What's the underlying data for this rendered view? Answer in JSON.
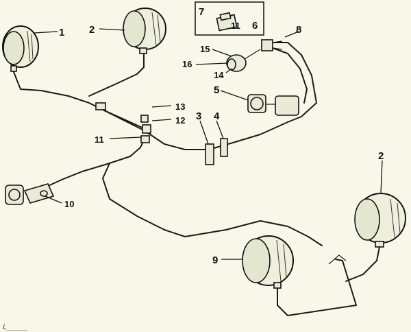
{
  "callouts": {
    "c1": "1",
    "c2_top": "2",
    "c2_right": "2",
    "c3": "3",
    "c4": "4",
    "c5": "5",
    "c6": "6",
    "c7": "7",
    "c8": "8",
    "c9": "9",
    "c10": "10",
    "c11_box": "11",
    "c11": "11",
    "c12": "12",
    "c13": "13",
    "c14": "14",
    "c15": "15",
    "c16": "16"
  },
  "figure_code": "L_____",
  "colors": {
    "background": "#f7f8e9",
    "ink": "#111111"
  }
}
